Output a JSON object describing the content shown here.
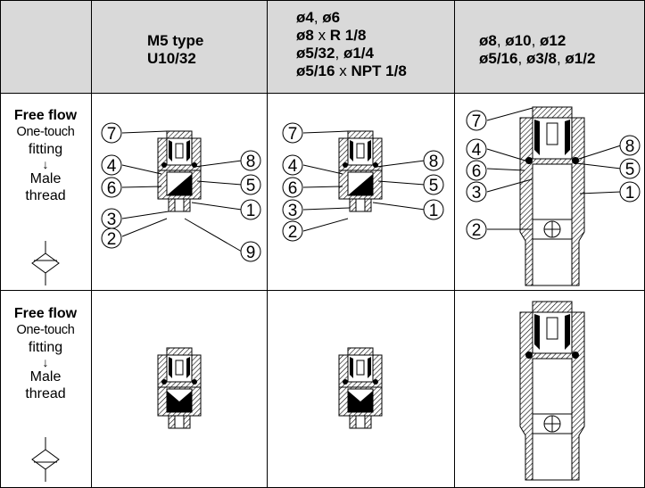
{
  "header": {
    "col1": [
      "M5 type",
      "U10/32"
    ],
    "col2": [
      {
        "a": "ø4",
        "sep": ", ",
        "b": "ø6"
      },
      {
        "a": "ø8",
        "sep": " x ",
        "b": "R 1/8"
      },
      {
        "a": "ø5/32",
        "sep": ", ",
        "b": "ø1/4"
      },
      {
        "a": "ø5/16",
        "sep": " x ",
        "b": "NPT 1/8"
      }
    ],
    "col3": [
      {
        "parts": [
          "ø8",
          "ø10",
          "ø12"
        ]
      },
      {
        "parts": [
          "ø5/16",
          "ø3/8",
          "ø1/2"
        ]
      }
    ]
  },
  "rows": [
    {
      "title": "Free flow",
      "line1": "One-touch",
      "line2": "fitting",
      "arrow": "↓",
      "line3": "Male",
      "line4": "thread",
      "symbol": "check-valve-down"
    },
    {
      "title": "Free flow",
      "line1": "One-touch",
      "line2": "fitting",
      "arrow": "↓",
      "line3": "Male",
      "line4": "thread",
      "symbol": "check-valve-up"
    }
  ],
  "labels": {
    "m5": [
      "7",
      "4",
      "6",
      "3",
      "2",
      "8",
      "5",
      "1",
      "9"
    ],
    "mid": [
      "7",
      "4",
      "6",
      "3",
      "2",
      "8",
      "5",
      "1"
    ],
    "large": [
      "7",
      "4",
      "6",
      "3",
      "2",
      "8",
      "5",
      "1"
    ]
  },
  "colors": {
    "header_bg": "#d9d9d9",
    "line": "#000000"
  }
}
